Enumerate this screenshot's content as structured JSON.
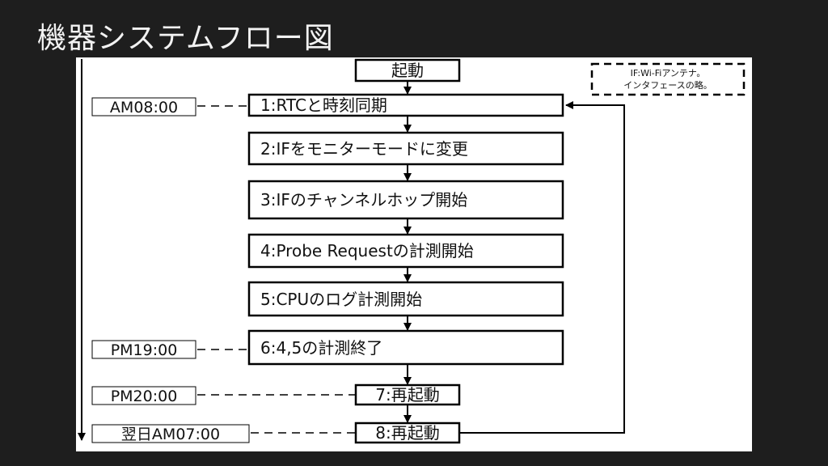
{
  "page": {
    "title": "機器システムフロー図"
  },
  "diagram": {
    "start": "起動",
    "legend": [
      "IF:Wi-Fiアンテナ。",
      "インタフェースの略。"
    ],
    "steps": [
      "1:RTCと時刻同期",
      "2:IFをモニターモードに変更",
      "3:IFのチャンネルホップ開始",
      "4:Probe Requestの計測開始",
      "5:CPUのログ計測開始",
      "6:4,5の計測終了",
      "7:再起動",
      "8:再起動"
    ],
    "times": [
      "AM08:00",
      "PM19:00",
      "PM20:00",
      "翌日AM07:00"
    ]
  }
}
